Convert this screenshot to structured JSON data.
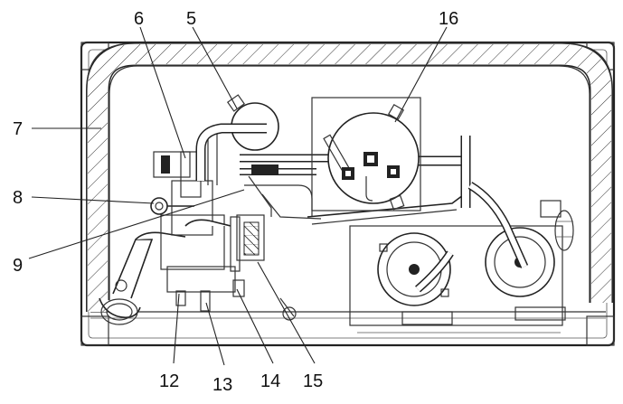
{
  "callouts": [
    {
      "id": "6",
      "label": "6"
    },
    {
      "id": "5",
      "label": "5"
    },
    {
      "id": "16",
      "label": "16"
    },
    {
      "id": "7",
      "label": "7"
    },
    {
      "id": "8",
      "label": "8"
    },
    {
      "id": "9",
      "label": "9"
    },
    {
      "id": "12",
      "label": "12"
    },
    {
      "id": "13",
      "label": "13"
    },
    {
      "id": "14",
      "label": "14"
    },
    {
      "id": "15",
      "label": "15"
    }
  ]
}
